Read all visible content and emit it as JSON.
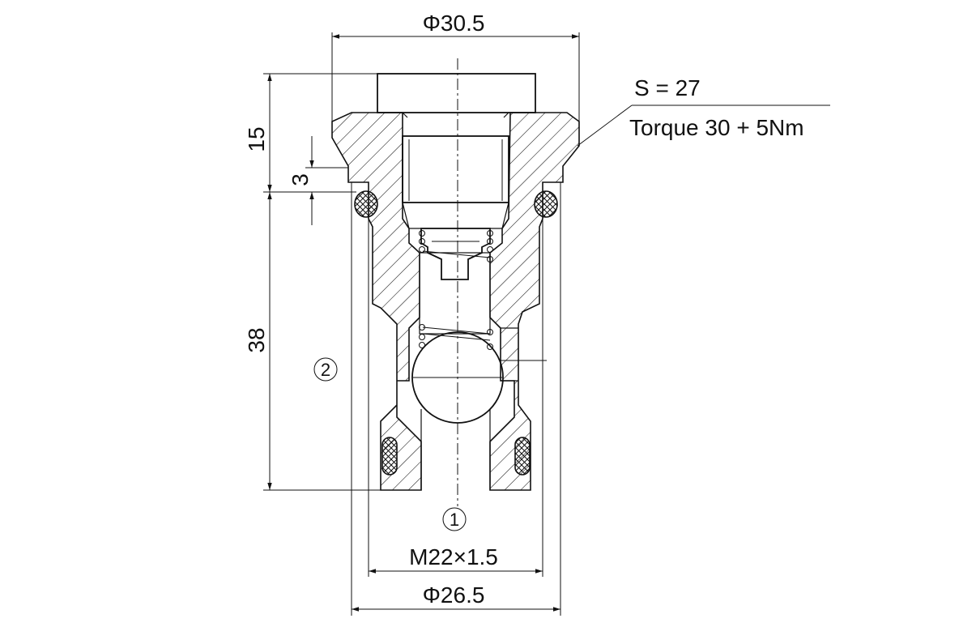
{
  "dimensions": {
    "top_diameter": "Φ30.5",
    "height_15": "15",
    "height_3": "3",
    "height_38": "38",
    "thread": "M22×1.5",
    "bottom_diameter": "Φ26.5"
  },
  "notes": {
    "wrench_size": "S = 27",
    "torque": "Torque 30 + 5Nm"
  },
  "ports": {
    "port_1": "1",
    "port_2": "2"
  }
}
